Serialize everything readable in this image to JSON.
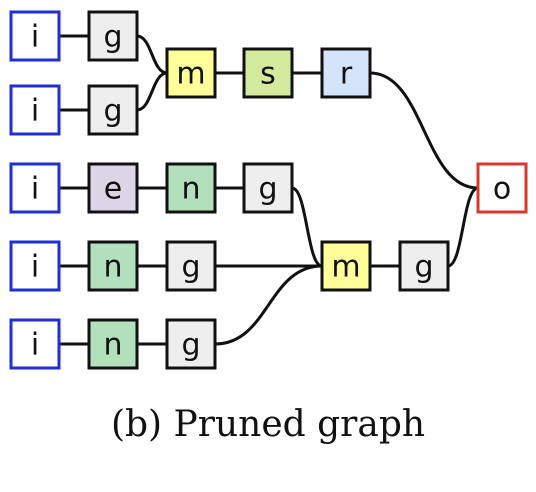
{
  "colors": {
    "input_border": "#1f2fd6",
    "output_border": "#d63a2a",
    "node_border": "#111111",
    "edge": "#111111",
    "g": "#eeeeee",
    "m": "#ffff99",
    "s": "#d4ea9c",
    "r": "#d3e4fb",
    "e": "#ddd4e6",
    "n": "#b2e0bc",
    "i": "#ffffff",
    "o": "#ffffff"
  },
  "nodes": [
    {
      "id": "in1",
      "label": "i",
      "kind": "input"
    },
    {
      "id": "g1",
      "label": "g",
      "kind": "g"
    },
    {
      "id": "in2",
      "label": "i",
      "kind": "input"
    },
    {
      "id": "g2",
      "label": "g",
      "kind": "g"
    },
    {
      "id": "m1",
      "label": "m",
      "kind": "m"
    },
    {
      "id": "s1",
      "label": "s",
      "kind": "s"
    },
    {
      "id": "r1",
      "label": "r",
      "kind": "r"
    },
    {
      "id": "in3",
      "label": "i",
      "kind": "input"
    },
    {
      "id": "e1",
      "label": "e",
      "kind": "e"
    },
    {
      "id": "n1",
      "label": "n",
      "kind": "n"
    },
    {
      "id": "g3",
      "label": "g",
      "kind": "g"
    },
    {
      "id": "in4",
      "label": "i",
      "kind": "input"
    },
    {
      "id": "n2",
      "label": "n",
      "kind": "n"
    },
    {
      "id": "g4",
      "label": "g",
      "kind": "g"
    },
    {
      "id": "m2",
      "label": "m",
      "kind": "m"
    },
    {
      "id": "g6",
      "label": "g",
      "kind": "g"
    },
    {
      "id": "in5",
      "label": "i",
      "kind": "input"
    },
    {
      "id": "n3",
      "label": "n",
      "kind": "n"
    },
    {
      "id": "g5",
      "label": "g",
      "kind": "g"
    },
    {
      "id": "out",
      "label": "o",
      "kind": "output"
    }
  ],
  "edges": [
    [
      "in1",
      "g1"
    ],
    [
      "in2",
      "g2"
    ],
    [
      "g1",
      "m1"
    ],
    [
      "g2",
      "m1"
    ],
    [
      "m1",
      "s1"
    ],
    [
      "s1",
      "r1"
    ],
    [
      "r1",
      "out"
    ],
    [
      "in3",
      "e1"
    ],
    [
      "e1",
      "n1"
    ],
    [
      "n1",
      "g3"
    ],
    [
      "in4",
      "n2"
    ],
    [
      "n2",
      "g4"
    ],
    [
      "in5",
      "n3"
    ],
    [
      "n3",
      "g5"
    ],
    [
      "g3",
      "m2"
    ],
    [
      "g4",
      "m2"
    ],
    [
      "g5",
      "m2"
    ],
    [
      "m2",
      "g6"
    ],
    [
      "g6",
      "out"
    ]
  ],
  "caption": "(b) Pruned graph"
}
